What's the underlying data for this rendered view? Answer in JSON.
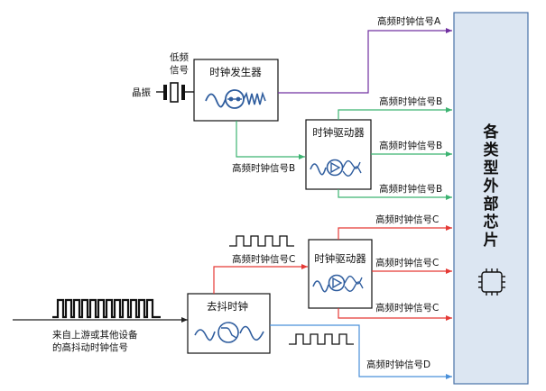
{
  "labels": {
    "signal_a": "高频时钟信号A",
    "signal_b": "高频时钟信号B",
    "signal_c": "高频时钟信号C",
    "signal_d": "高频时钟信号D",
    "low_freq_line1": "低频",
    "low_freq_line2": "信号",
    "crystal": "晶振",
    "jitter_source_line1": "来自上游或其他设备",
    "jitter_source_line2": "的高抖动时钟信号"
  },
  "blocks": {
    "clock_generator": "时钟发生器",
    "clock_driver": "时钟驱动器",
    "jitter_cleaner": "去抖时钟"
  },
  "panel": {
    "chars": [
      "各",
      "类",
      "型",
      "外",
      "部",
      "芯",
      "片"
    ]
  },
  "colors": {
    "signal_a": "#7030a0",
    "signal_b": "#3cb371",
    "signal_c": "#e53935",
    "signal_d": "#4a90d9",
    "panel_fill": "#dce6f2",
    "panel_border": "#4a73a8",
    "icon_blue": "#2f5d9e"
  }
}
